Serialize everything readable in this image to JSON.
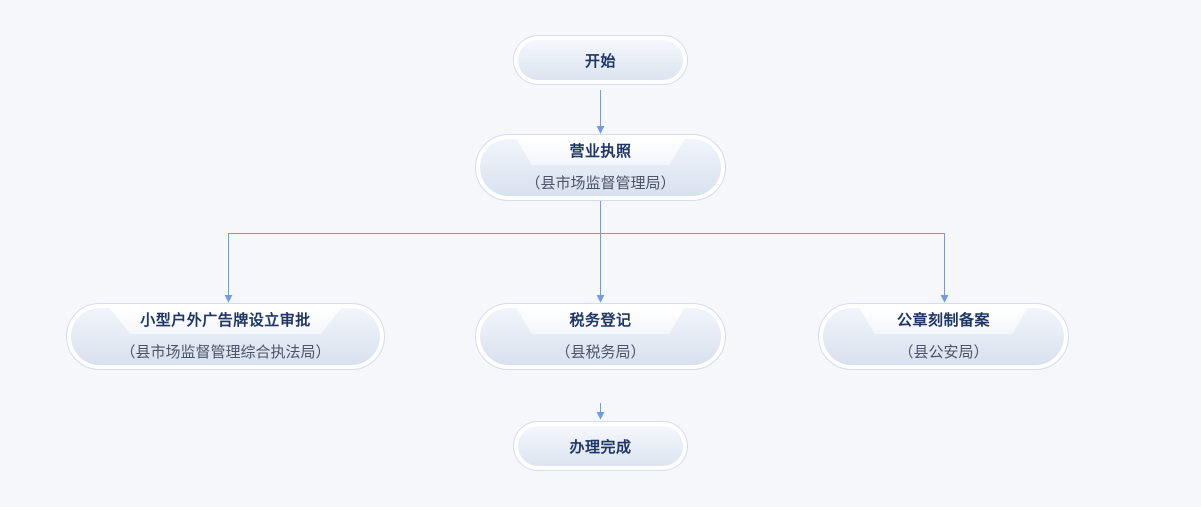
{
  "nodes": {
    "start": {
      "title": "开始"
    },
    "license": {
      "title": "营业执照",
      "subtitle": "（县市场监督管理局）"
    },
    "ad_approval": {
      "title": "小型户外广告牌设立审批",
      "subtitle": "（县市场监督管理综合执法局）"
    },
    "tax": {
      "title": "税务登记",
      "subtitle": "（县税务局）"
    },
    "seal": {
      "title": "公章刻制备案",
      "subtitle": "（县公安局）"
    },
    "done": {
      "title": "办理完成"
    }
  },
  "colors": {
    "connector": "#6e9ce0",
    "title_text": "#1f3666",
    "subtitle_text": "#4a5568",
    "node_border": "#d3ddec",
    "background": "#f6f7fa"
  }
}
